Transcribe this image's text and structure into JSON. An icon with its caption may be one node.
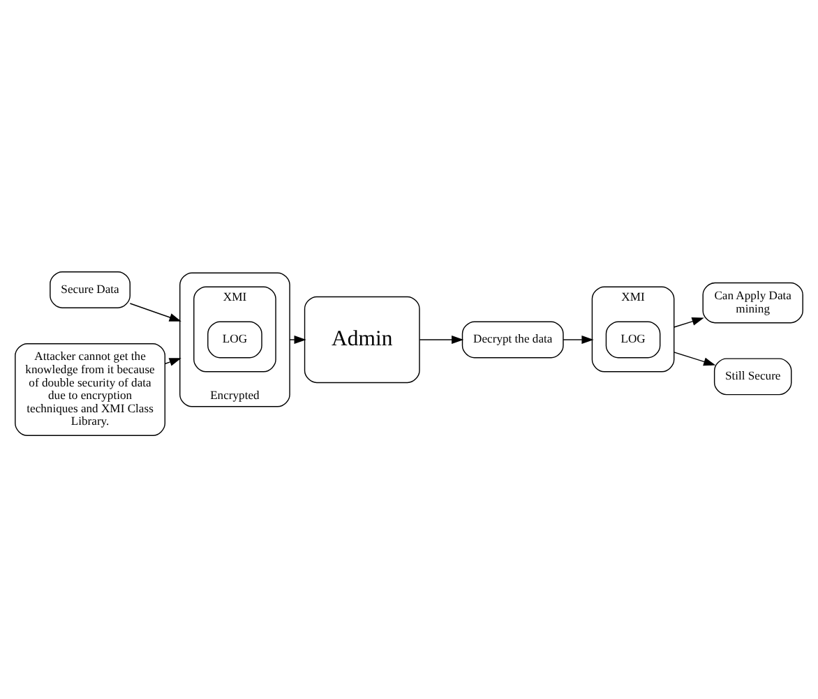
{
  "diagram": {
    "nodes": [
      {
        "text": [
          "Secure Data"
        ]
      },
      {
        "text": [
          "Encrypted"
        ]
      },
      {
        "text": [
          "XMI"
        ],
        "in": 1
      },
      {
        "text": [
          "LOG"
        ],
        "in": 2
      },
      {
        "text": [
          "Admin"
        ]
      },
      {
        "text": [
          "Decrypt the data"
        ]
      },
      {
        "text": [
          "Attacker cannot get the knowledge from it because of double security of data due to encryption techniques and XMI Class Library."
        ]
      },
      {
        "text": [
          "XMI"
        ]
      },
      {
        "text": [
          "LOG"
        ],
        "in": 7
      },
      {
        "text": [
          "Can Apply Data mining"
        ]
      },
      {
        "text": [
          "Still Secure"
        ]
      }
    ],
    "edges": [
      {
        "from": 0,
        "to": 1,
        "arrow": "to"
      },
      {
        "from": 1,
        "to": 4,
        "arrow": "to"
      },
      {
        "from": 4,
        "to": 5,
        "arrow": "to"
      },
      {
        "from": 6,
        "to": 1,
        "arrow": "to"
      },
      {
        "from": 5,
        "to": 7,
        "arrow": "to"
      },
      {
        "from": 7,
        "to": 9,
        "arrow": "to"
      },
      {
        "from": 7,
        "to": 10,
        "arrow": "to"
      }
    ]
  }
}
